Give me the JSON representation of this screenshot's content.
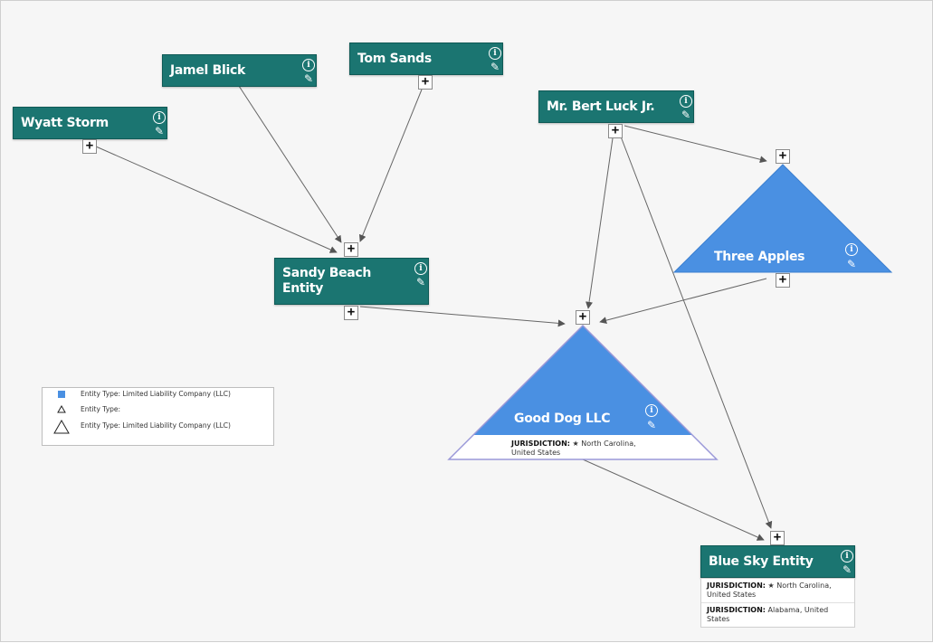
{
  "colors": {
    "node_fill": "#1b7571",
    "llc_fill": "#4a90e2",
    "edge": "#555555",
    "canvas_bg": "#f6f6f6"
  },
  "icons": {
    "info": "info-icon",
    "edit": "pencil-icon",
    "expand": "plus-icon"
  },
  "nodes": {
    "wyatt_storm": {
      "title": "Wyatt Storm",
      "type": "person"
    },
    "jamel_blick": {
      "title": "Jamel Blick",
      "type": "person"
    },
    "tom_sands": {
      "title": "Tom Sands",
      "type": "person"
    },
    "bert_luck": {
      "title": "Mr. Bert Luck Jr.",
      "type": "person"
    },
    "sandy_beach": {
      "title": "Sandy Beach Entity",
      "type": "entity"
    },
    "three_apples": {
      "title": "Three Apples",
      "type": "Limited Liability Company (LLC)"
    },
    "good_dog": {
      "title": "Good Dog LLC",
      "type": "Limited Liability Company (LLC)",
      "jurisdiction_label": "JURISDICTION:",
      "jurisdiction_value": "★ North Carolina, United States"
    },
    "blue_sky": {
      "title": "Blue Sky Entity",
      "type": "entity",
      "jurisdictions": [
        {
          "label": "JURISDICTION:",
          "value": "★ North Carolina, United States"
        },
        {
          "label": "JURISDICTION:",
          "value": "Alabama, United States"
        }
      ]
    }
  },
  "edges": [
    {
      "from": "Wyatt Storm",
      "to": "Sandy Beach Entity"
    },
    {
      "from": "Jamel Blick",
      "to": "Sandy Beach Entity"
    },
    {
      "from": "Tom Sands",
      "to": "Sandy Beach Entity"
    },
    {
      "from": "Sandy Beach Entity",
      "to": "Good Dog LLC"
    },
    {
      "from": "Mr. Bert Luck Jr.",
      "to": "Good Dog LLC"
    },
    {
      "from": "Mr. Bert Luck Jr.",
      "to": "Three Apples"
    },
    {
      "from": "Mr. Bert Luck Jr.",
      "to": "Blue Sky Entity"
    },
    {
      "from": "Three Apples",
      "to": "Good Dog LLC"
    },
    {
      "from": "Good Dog LLC",
      "to": "Blue Sky Entity"
    }
  ],
  "legend": {
    "items": [
      {
        "symbol": "filled-square",
        "label": "Entity Type: Limited Liability Company (LLC)"
      },
      {
        "symbol": "small-triangle",
        "label": "Entity Type:"
      },
      {
        "symbol": "large-triangle",
        "label": "Entity Type: Limited Liability Company (LLC)"
      }
    ]
  }
}
